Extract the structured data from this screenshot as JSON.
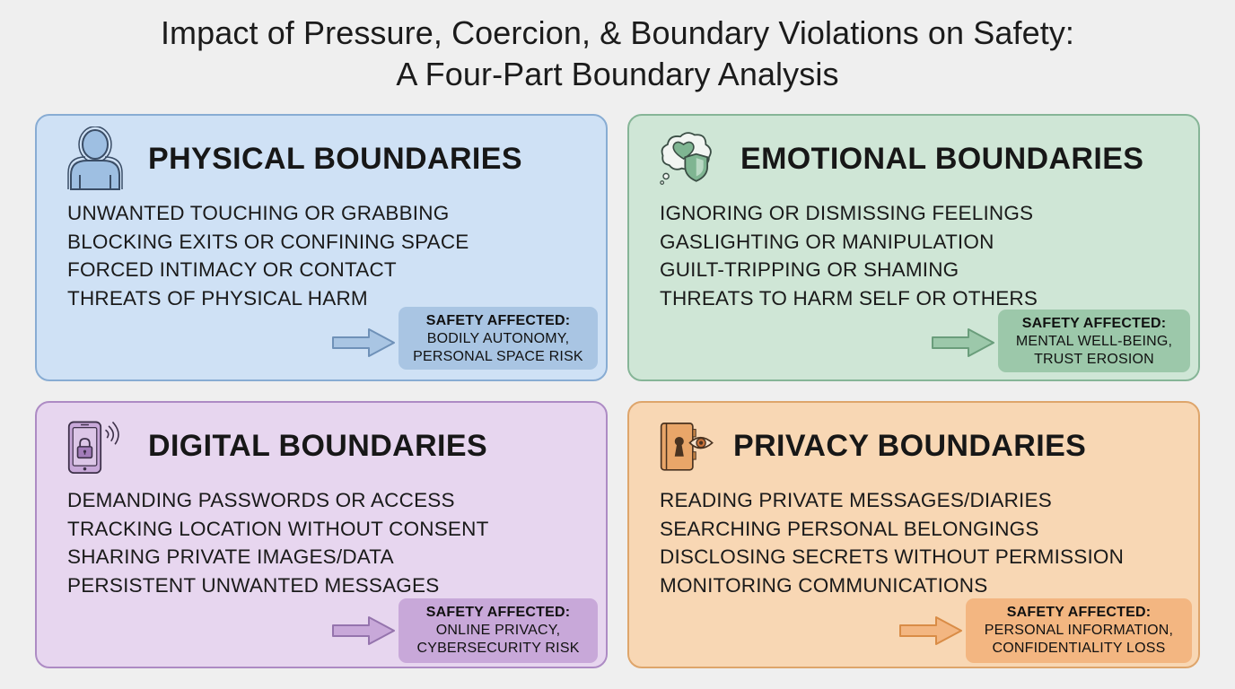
{
  "title": {
    "line1": "Impact of Pressure, Coercion, & Boundary Violations on Safety:",
    "line2": "A Four-Part Boundary Analysis"
  },
  "colors": {
    "physical": "#cfe1f5",
    "emotional": "#cfe6d6",
    "digital": "#e7d6ef",
    "privacy": "#f8d7b4"
  },
  "cards": {
    "physical": {
      "icon": "person-icon",
      "heading": "PHYSICAL BOUNDARIES",
      "items": [
        "UNWANTED TOUCHING OR GRABBING",
        "BLOCKING EXITS OR CONFINING SPACE",
        "FORCED INTIMACY OR CONTACT",
        "THREATS OF PHYSICAL HARM"
      ],
      "badge": {
        "title": "SAFETY AFFECTED:",
        "line1": "BODILY AUTONOMY,",
        "line2": "PERSONAL SPACE RISK"
      }
    },
    "emotional": {
      "icon": "heart-shield-thought-icon",
      "heading": "EMOTIONAL BOUNDARIES",
      "items": [
        "IGNORING OR DISMISSING FEELINGS",
        "GASLIGHTING OR MANIPULATION",
        "GUILT-TRIPPING OR SHAMING",
        "THREATS TO HARM SELF OR OTHERS"
      ],
      "badge": {
        "title": "SAFETY AFFECTED:",
        "line1": "MENTAL WELL-BEING,",
        "line2": "TRUST EROSION"
      }
    },
    "digital": {
      "icon": "phone-lock-icon",
      "heading": "DIGITAL BOUNDARIES",
      "items": [
        "DEMANDING PASSWORDS OR ACCESS",
        "TRACKING LOCATION WITHOUT CONSENT",
        "SHARING PRIVATE IMAGES/DATA",
        "PERSISTENT UNWANTED MESSAGES"
      ],
      "badge": {
        "title": "SAFETY AFFECTED:",
        "line1": "ONLINE PRIVACY,",
        "line2": "CYBERSECURITY RISK"
      }
    },
    "privacy": {
      "icon": "diary-keyhole-eye-icon",
      "heading": "PRIVACY BOUNDARIES",
      "items": [
        "READING PRIVATE MESSAGES/DIARIES",
        "SEARCHING PERSONAL BELONGINGS",
        "DISCLOSING SECRETS WITHOUT PERMISSION",
        "MONITORING COMMUNICATIONS"
      ],
      "badge": {
        "title": "SAFETY AFFECTED:",
        "line1": "PERSONAL INFORMATION,",
        "line2": "CONFIDENTIALITY LOSS"
      }
    }
  }
}
